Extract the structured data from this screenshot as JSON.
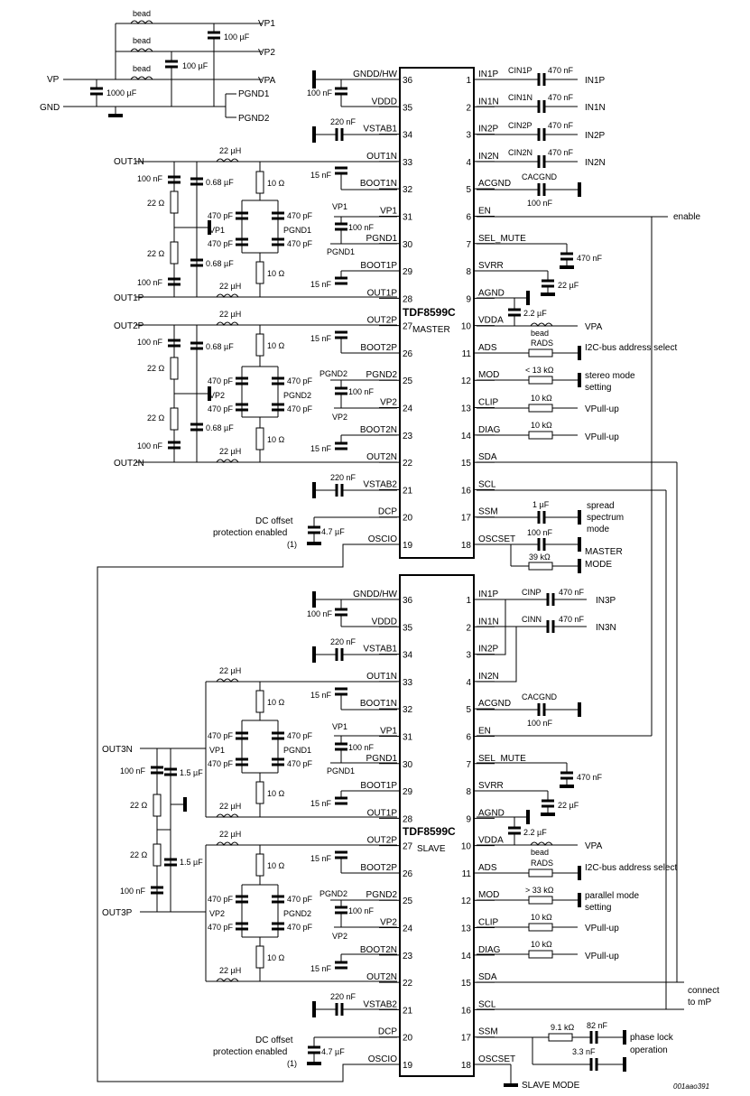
{
  "master": {
    "name": "TDF8599C",
    "role": "MASTER",
    "left_pins": [
      {
        "num": "36",
        "label": "GNDD/HW"
      },
      {
        "num": "35",
        "label": "VDDD"
      },
      {
        "num": "34",
        "label": "VSTAB1"
      },
      {
        "num": "33",
        "label": "OUT1N"
      },
      {
        "num": "32",
        "label": "BOOT1N"
      },
      {
        "num": "31",
        "label": "VP1"
      },
      {
        "num": "30",
        "label": "PGND1"
      },
      {
        "num": "29",
        "label": "BOOT1P"
      },
      {
        "num": "28",
        "label": "OUT1P"
      },
      {
        "num": "27",
        "label": "OUT2P"
      },
      {
        "num": "26",
        "label": "BOOT2P"
      },
      {
        "num": "25",
        "label": "PGND2"
      },
      {
        "num": "24",
        "label": "VP2"
      },
      {
        "num": "23",
        "label": "BOOT2N"
      },
      {
        "num": "22",
        "label": "OUT2N"
      },
      {
        "num": "21",
        "label": "VSTAB2"
      },
      {
        "num": "20",
        "label": "DCP"
      },
      {
        "num": "19",
        "label": "OSCIO"
      }
    ],
    "right_pins": [
      {
        "num": "1",
        "label": "IN1P"
      },
      {
        "num": "2",
        "label": "IN1N"
      },
      {
        "num": "3",
        "label": "IN2P"
      },
      {
        "num": "4",
        "label": "IN2N"
      },
      {
        "num": "5",
        "label": "ACGND"
      },
      {
        "num": "6",
        "label": "EN"
      },
      {
        "num": "7",
        "label": "SEL_MUTE"
      },
      {
        "num": "8",
        "label": "SVRR"
      },
      {
        "num": "9",
        "label": "AGND"
      },
      {
        "num": "10",
        "label": "VDDA"
      },
      {
        "num": "11",
        "label": "ADS"
      },
      {
        "num": "12",
        "label": "MOD"
      },
      {
        "num": "13",
        "label": "CLIP"
      },
      {
        "num": "14",
        "label": "DIAG"
      },
      {
        "num": "15",
        "label": "SDA"
      },
      {
        "num": "16",
        "label": "SCL"
      },
      {
        "num": "17",
        "label": "SSM"
      },
      {
        "num": "18",
        "label": "OSCSET"
      }
    ],
    "right_components": [
      {
        "name": "CIN1P",
        "value": "470 nF",
        "net": "IN1P"
      },
      {
        "name": "CIN1N",
        "value": "470 nF",
        "net": "IN1N"
      },
      {
        "name": "CIN2P",
        "value": "470 nF",
        "net": "IN2P"
      },
      {
        "name": "CIN2N",
        "value": "470 nF",
        "net": "IN2N"
      },
      {
        "name": "CACGND",
        "value": "100 nF"
      }
    ],
    "notes": {
      "enable": "enable",
      "sel_mute_cap": "470 nF",
      "svrr_cap": "22 µF",
      "vdda_cap": "2.2 µF",
      "bead": "bead",
      "vpa": "VPA",
      "rads": "RADS",
      "ads_note": "I2C-bus address select",
      "mod_res": "< 13 kΩ",
      "mod_note_1": "stereo mode",
      "mod_note_2": "setting",
      "clip_res": "10 kΩ",
      "diag_res": "10 kΩ",
      "pullup": "VPull-up",
      "ssm_cap": "1 µF",
      "ssm_note_1": "spread",
      "ssm_note_2": "spectrum",
      "ssm_note_3": "mode",
      "osc_cap": "100 nF",
      "osc_res": "39 kΩ",
      "osc_note_1": "MASTER",
      "osc_note_2": "MODE"
    }
  },
  "slave": {
    "name": "TDF8599C",
    "role": "SLAVE",
    "right_pins": [
      {
        "num": "1",
        "label": "IN1P"
      },
      {
        "num": "2",
        "label": "IN1N"
      },
      {
        "num": "3",
        "label": "IN2P"
      },
      {
        "num": "4",
        "label": "IN2N"
      },
      {
        "num": "5",
        "label": "ACGND"
      },
      {
        "num": "6",
        "label": "EN"
      },
      {
        "num": "7",
        "label": "SEL_MUTE"
      },
      {
        "num": "8",
        "label": "SVRR"
      },
      {
        "num": "9",
        "label": "AGND"
      },
      {
        "num": "10",
        "label": "VDDA"
      },
      {
        "num": "11",
        "label": "ADS"
      },
      {
        "num": "12",
        "label": "MOD"
      },
      {
        "num": "13",
        "label": "CLIP"
      },
      {
        "num": "14",
        "label": "DIAG"
      },
      {
        "num": "15",
        "label": "SDA"
      },
      {
        "num": "16",
        "label": "SCL"
      },
      {
        "num": "17",
        "label": "SSM"
      },
      {
        "num": "18",
        "label": "OSCSET"
      }
    ],
    "notes": {
      "cinp": "CINP",
      "cinp_val": "470 nF",
      "in3p": "IN3P",
      "cinn": "CINN",
      "cinn_val": "470 nF",
      "in3n": "IN3N",
      "mod_res": "> 33 kΩ",
      "mod_note_1": "parallel mode",
      "mod_note_2": "setting",
      "connect_1": "connect",
      "connect_2": "to mP",
      "ssm_res": "9.1 kΩ",
      "ssm_cap": "82 nF",
      "ssm_cap2": "3.3 nF",
      "pll_1": "phase lock",
      "pll_2": "operation",
      "slave_mode": "SLAVE MODE",
      "out3n": "OUT3N",
      "out3p": "OUT3P",
      "c15": "1.5 µF"
    }
  },
  "power": {
    "vp1": "VP1",
    "vp2": "VP2",
    "vpa": "VPA",
    "vp": "VP",
    "gnd": "GND",
    "bead": "bead",
    "c100": "100 µF",
    "c1000": "1000 µF",
    "pgnd1": "PGND1",
    "pgnd2": "PGND2"
  },
  "common": {
    "l22": "22 µH",
    "r10": "10 Ω",
    "r22": "22 Ω",
    "c100n": "100 nF",
    "c15n": "15 nF",
    "c470p": "470 pF",
    "c068": "0.68 µF",
    "c220n": "220 nF",
    "c47": "4.7 µF",
    "dc_1": "DC offset",
    "dc_2": "protection enabled",
    "dc_3": "(1)",
    "out1n": "OUT1N",
    "out1p": "OUT1P",
    "out2p": "OUT2P",
    "out2n": "OUT2N"
  },
  "figure_id": "001aao391"
}
